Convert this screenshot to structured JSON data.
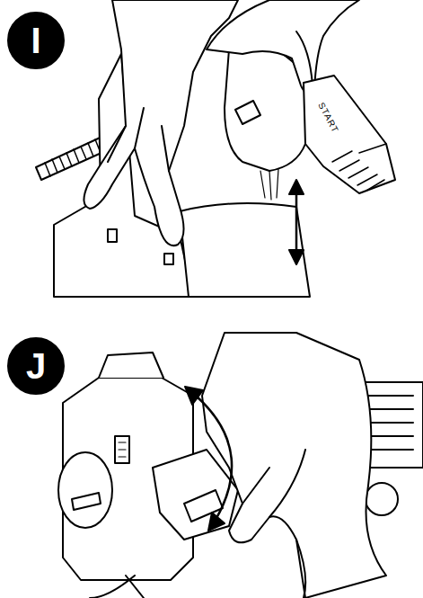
{
  "diagram": {
    "labels": [
      "I",
      "J",
      "START"
    ]
  }
}
